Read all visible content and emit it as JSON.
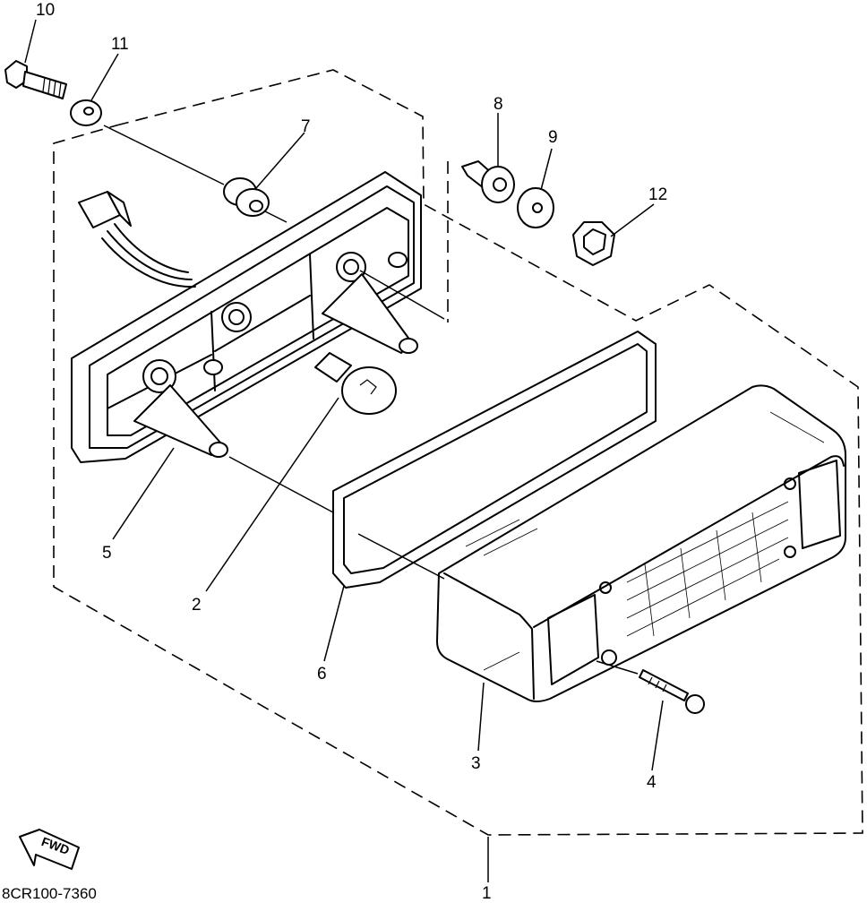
{
  "diagram": {
    "part_callouts": [
      {
        "id": "1",
        "label": "1"
      },
      {
        "id": "2",
        "label": "2"
      },
      {
        "id": "3",
        "label": "3"
      },
      {
        "id": "4",
        "label": "4"
      },
      {
        "id": "5",
        "label": "5"
      },
      {
        "id": "6",
        "label": "6"
      },
      {
        "id": "7",
        "label": "7"
      },
      {
        "id": "8",
        "label": "8"
      },
      {
        "id": "9",
        "label": "9"
      },
      {
        "id": "10",
        "label": "10"
      },
      {
        "id": "11",
        "label": "11"
      },
      {
        "id": "12",
        "label": "12"
      }
    ],
    "direction_badge": "FWD",
    "figure_code": "8CR100-7360"
  }
}
